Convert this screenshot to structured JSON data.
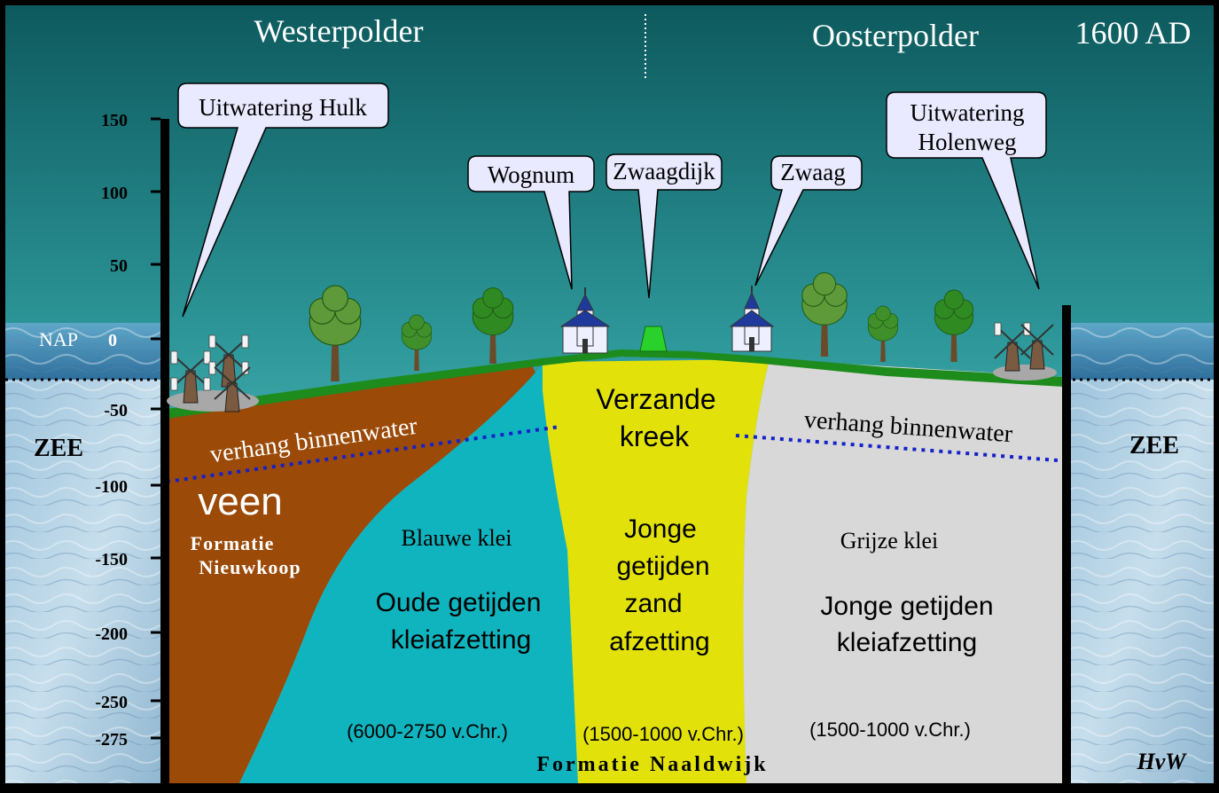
{
  "header": {
    "west": "Westerpolder",
    "east": "Oosterpolder",
    "year": "1600 AD"
  },
  "axis": {
    "ticks": [
      "150",
      "100",
      "50",
      "0",
      "-50",
      "-100",
      "-150",
      "-200",
      "-250",
      "-275"
    ],
    "nap_label": "NAP"
  },
  "sea": {
    "left": "ZEE",
    "right": "ZEE"
  },
  "callouts": {
    "hulk": "Uitwatering Hulk",
    "holenweg_1": "Uitwatering",
    "holenweg_2": "Holenweg",
    "wognum": "Wognum",
    "zwaagdijk": "Zwaagdijk",
    "zwaag": "Zwaag"
  },
  "layers": {
    "veen": "veen",
    "nieuwkoop_1": "Formatie",
    "nieuwkoop_2": "Nieuwkoop",
    "blue_title": "Blauwe klei",
    "blue_1": "Oude getijden",
    "blue_2": "kleiafzetting",
    "blue_date": "(6000-2750 v.Chr.)",
    "creek_1": "Verzande",
    "creek_2": "kreek",
    "sand_1": "Jonge",
    "sand_2": "getijden",
    "sand_3": "zand",
    "sand_4": "afzetting",
    "sand_date": "(1500-1000 v.Chr.)",
    "grey_title": "Grijze klei",
    "grey_1": "Jonge getijden",
    "grey_2": "kleiafzetting",
    "grey_date": "(1500-1000 v.Chr.)",
    "naaldwijk": "Formatie Naaldwijk",
    "water_left": "verhang binnenwater",
    "water_right": "verhang binnenwater"
  },
  "signature": "HvW",
  "colors": {
    "sky_top": "#115e62",
    "sky_bottom": "#7ad6d6",
    "peat": "#9b4a08",
    "blue_clay": "#10b4bf",
    "sand": "#e2e20a",
    "grey_clay": "#d8d8d8",
    "grass": "#1d8c1d",
    "water_line": "#1522c8"
  }
}
